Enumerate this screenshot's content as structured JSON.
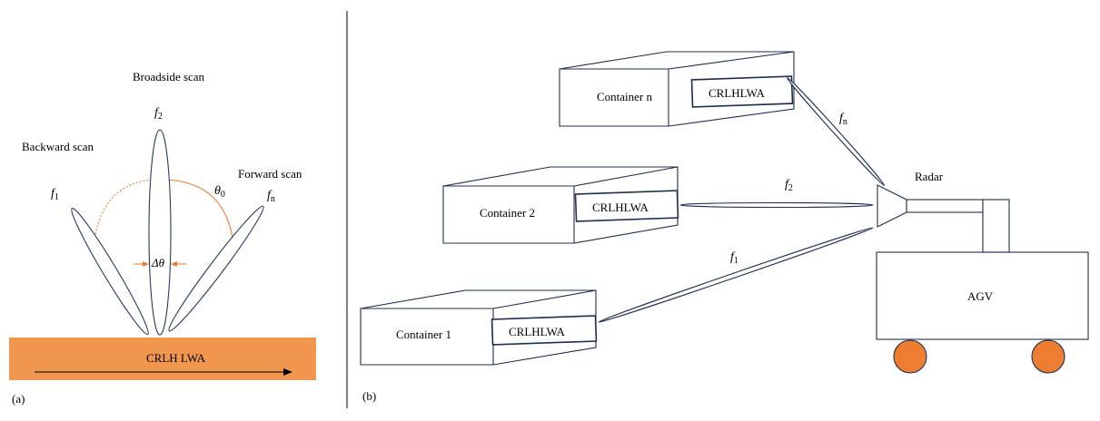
{
  "panel_a": {
    "tag": "(a)",
    "broadside_label": "Broadside scan",
    "backward_label": "Backward scan",
    "forward_label": "Forward scan",
    "f1": "f",
    "f1_sub": "1",
    "f2": "f",
    "f2_sub": "2",
    "fn": "f",
    "fn_sub": "n",
    "theta": "θ",
    "theta_sub": "0",
    "delta_theta": "Δθ",
    "antenna_label": "CRLH LWA",
    "colors": {
      "antenna": "#f0964f",
      "arc": "#ed7d31",
      "lobe": "#2a3a5e"
    }
  },
  "panel_b": {
    "tag": "(b)",
    "containers": [
      {
        "label": "Container n",
        "antenna": "CRLHLWA"
      },
      {
        "label": "Container 2",
        "antenna": "CRLHLWA"
      },
      {
        "label": "Container 1",
        "antenna": "CRLHLWA"
      }
    ],
    "beams": [
      {
        "f": "f",
        "sub": "n"
      },
      {
        "f": "f",
        "sub": "2"
      },
      {
        "f": "f",
        "sub": "1"
      }
    ],
    "radar_label": "Radar",
    "agv_label": "AGV",
    "colors": {
      "wheel": "#ed7d31",
      "line": "#1f2d4d"
    }
  }
}
